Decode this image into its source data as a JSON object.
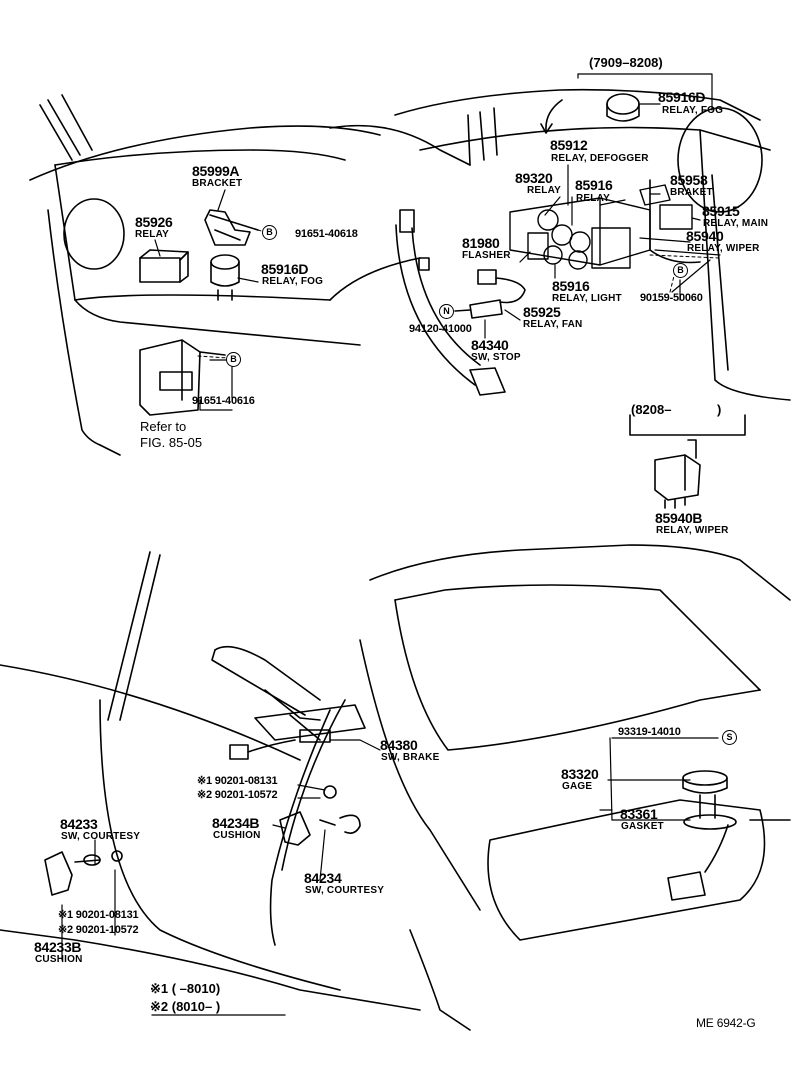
{
  "top_date_range": "(7909–8208)",
  "inset_date_range": "(8208–",
  "inset_close": ")",
  "parts": {
    "p85916D_top": {
      "number": "85916D",
      "name": "RELAY, FOG"
    },
    "p85912": {
      "number": "85912",
      "name": "RELAY, DEFOGGER"
    },
    "p89320": {
      "number": "89320",
      "name": "RELAY"
    },
    "p85916_mid": {
      "number": "85916",
      "name": "RELAY"
    },
    "p85958": {
      "number": "85958",
      "name": "BRAKET"
    },
    "p85915": {
      "number": "85915",
      "name": "RELAY, MAIN"
    },
    "p85940": {
      "number": "85940",
      "name": "RELAY, WIPER"
    },
    "p81980": {
      "number": "81980",
      "name": "FLASHER"
    },
    "p85916_light": {
      "number": "85916",
      "name": "RELAY, LIGHT"
    },
    "p85925": {
      "number": "85925",
      "name": "RELAY, FAN"
    },
    "p84340": {
      "number": "84340",
      "name": "SW, STOP"
    },
    "p85999A": {
      "number": "85999A",
      "name": "BRACKET"
    },
    "p85926": {
      "number": "85926",
      "name": "RELAY"
    },
    "p85916D_left": {
      "number": "85916D",
      "name": "RELAY, FOG"
    },
    "p85940B": {
      "number": "85940B",
      "name": "RELAY, WIPER"
    },
    "p84380": {
      "number": "84380",
      "name": "SW, BRAKE"
    },
    "p84233": {
      "number": "84233",
      "name": "SW, COURTESY"
    },
    "p84234B": {
      "number": "84234B",
      "name": "CUSHION"
    },
    "p84234": {
      "number": "84234",
      "name": "SW, COURTESY"
    },
    "p84233B": {
      "number": "84233B",
      "name": "CUSHION"
    },
    "p83320": {
      "number": "83320",
      "name": "GAGE"
    },
    "p83361": {
      "number": "83361",
      "name": "GASKET"
    }
  },
  "bolts": {
    "b91651_40618": "91651-40618",
    "b91651_40616": "91651-40616",
    "b90159_50060": "90159-50060",
    "b94120_41000": "94120-41000",
    "b93319_14010": "93319-14010",
    "b1_upper": "※1 90201-08131",
    "b2_upper": "※2 90201-10572",
    "b1_lower": "※1 90201-08131",
    "b2_lower": "※2 90201-10572"
  },
  "markers": {
    "B": "B",
    "N": "N",
    "S": "S"
  },
  "refer_line1": "Refer to",
  "refer_line2": "FIG. 85-05",
  "legend": {
    "row1": "※1 (      –8010)",
    "row2": "※2 (8010–        )"
  },
  "drawing_code": "ME  6942-G"
}
